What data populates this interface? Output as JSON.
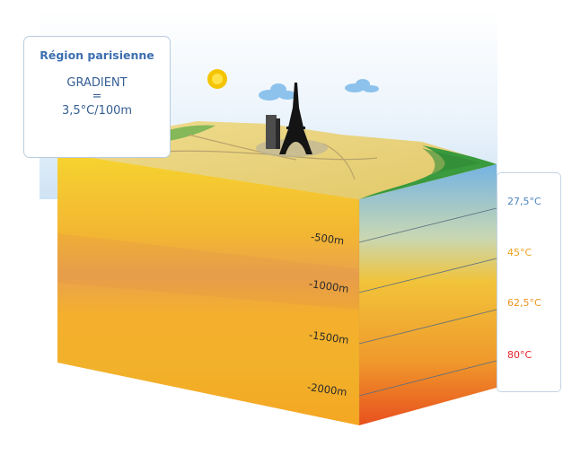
{
  "info_box": {
    "region": "Région parisienne",
    "gradient_label": "GRADIENT",
    "equals": "=",
    "gradient_value": "3,5°C/100m"
  },
  "depth_labels": [
    "-500m",
    "-1000m",
    "-1500m",
    "-2000m"
  ],
  "temperatures": [
    "27,5°C",
    "45°C",
    "62,5°C",
    "80°C"
  ],
  "colors": {
    "sky_top": "#ffffff",
    "sky_bottom": "#cfe3f4",
    "ground_surface": "#e9cf73",
    "grass": "#3a9a3e",
    "layer_yellow": "#f6d12c",
    "layer_orange": "#f0a230",
    "layer_deep": "#e45a25",
    "side_blue": "#7db6e2",
    "sun": "#f5c400",
    "cloud": "#8cc2ec",
    "tower": "#141414",
    "temp_27_5": "#4f86bf",
    "temp_45": "#eda21c",
    "temp_62_5": "#ee9420",
    "temp_80": "#e5222a"
  },
  "icons": [
    "sun-icon",
    "cloud-icon",
    "eiffel-tower-icon",
    "skyscraper-icon"
  ]
}
